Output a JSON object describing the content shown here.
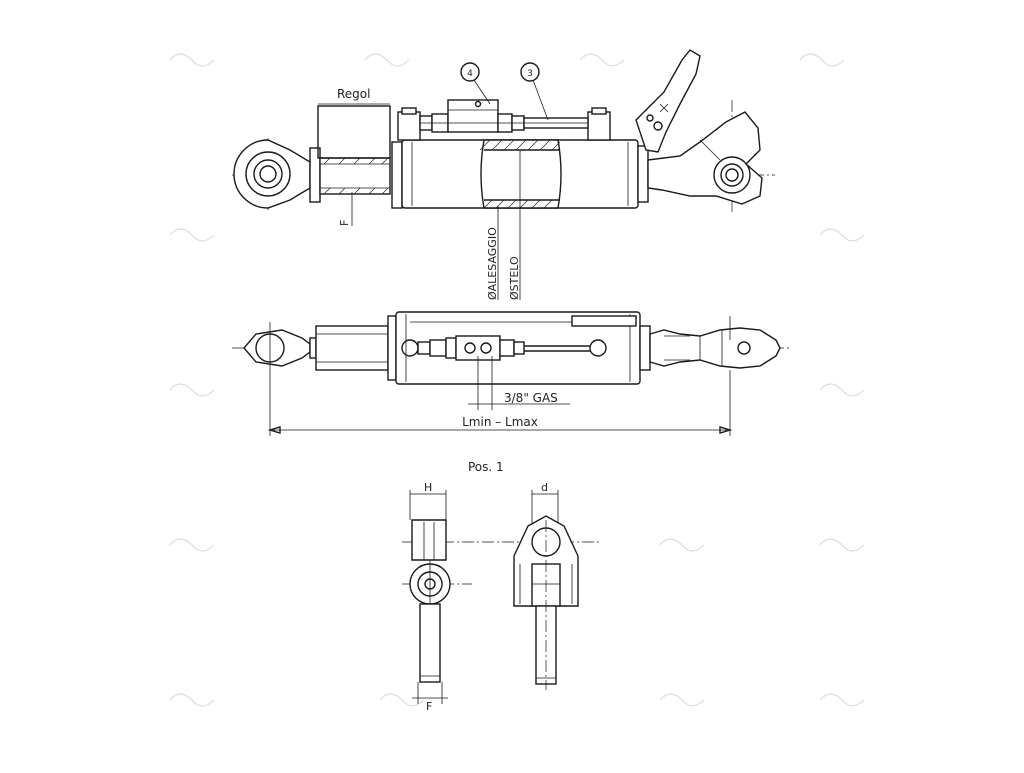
{
  "labels": {
    "regol": "Regol",
    "f_top": "F",
    "alesaggio": "ØALESAGGIO",
    "stelo": "ØSTELO",
    "callout_4": "4",
    "callout_3": "3",
    "gas": "3/8\" GAS",
    "length": "Lmin – Lmax",
    "pos": "Pos. 1",
    "h": "H",
    "d": "d",
    "f_bottom": "F"
  },
  "colors": {
    "line": "#1a1a1a",
    "background": "#ffffff",
    "watermark": "#dcdcdc"
  }
}
